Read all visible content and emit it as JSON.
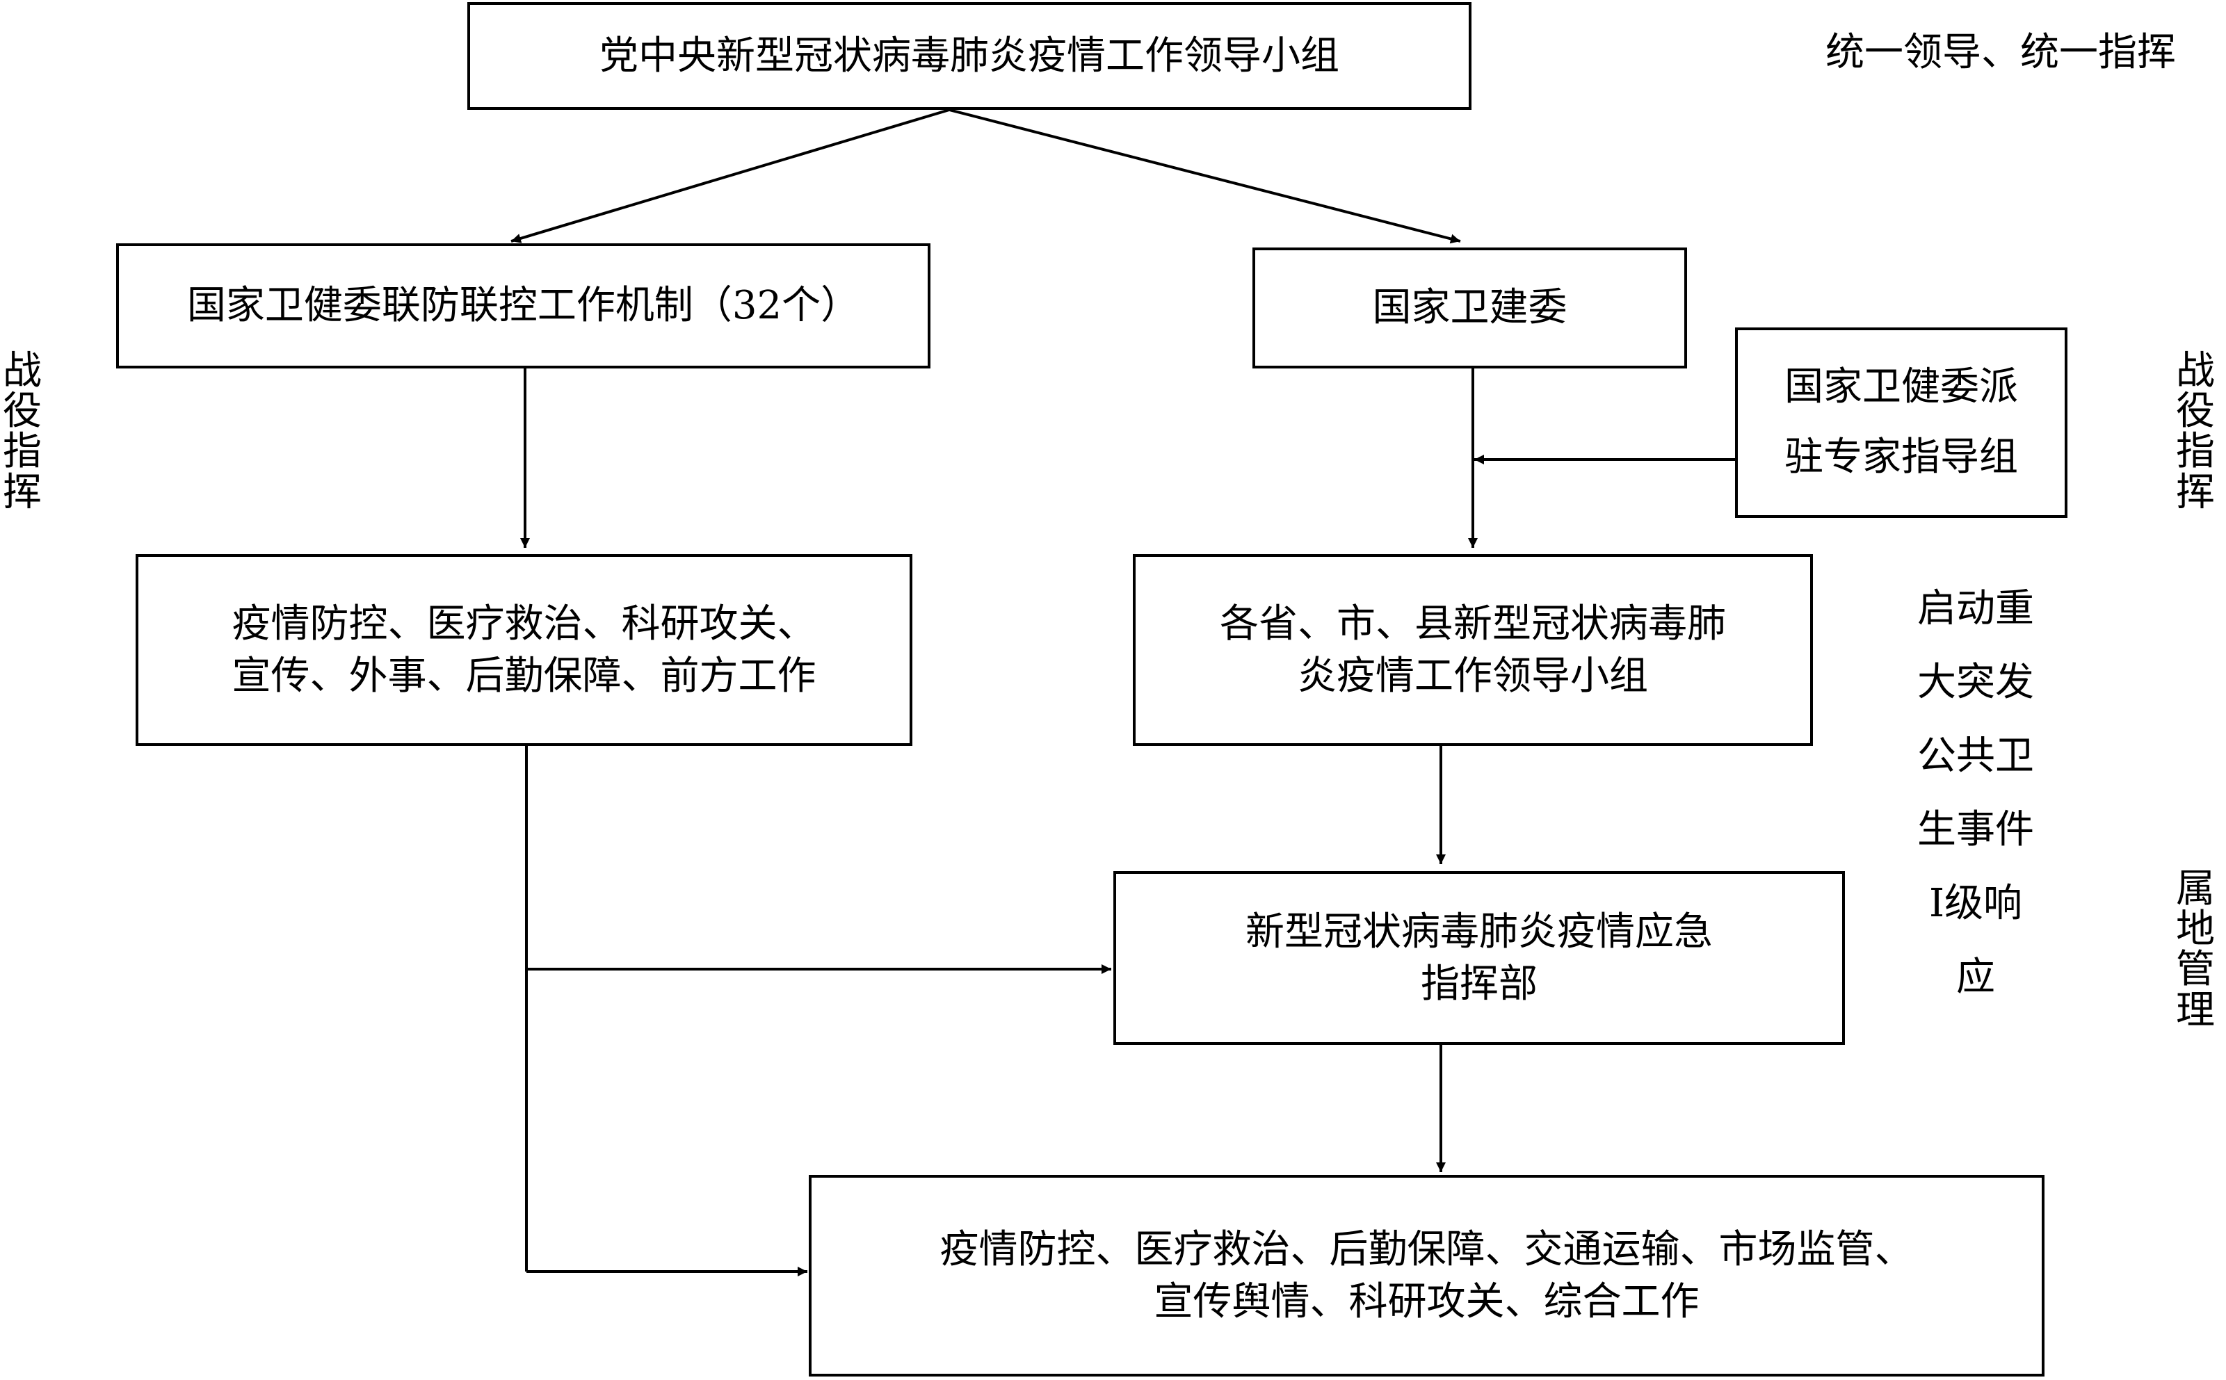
{
  "nodes": {
    "central": {
      "label": "党中央新型冠状病毒肺炎疫情工作领导小组"
    },
    "mechanism": {
      "label": "国家卫健委联防联控工作机制（32个）"
    },
    "nhc": {
      "label": "国家卫建委"
    },
    "expert_group": {
      "line1": "国家卫健委派",
      "line2": "驻专家指导组"
    },
    "tasks_left": {
      "line1": "疫情防控、医疗救治、科研攻关、",
      "line2": "宣传、外事、后勤保障、前方工作"
    },
    "local_groups": {
      "line1": "各省、市、县新型冠状病毒肺",
      "line2": "炎疫情工作领导小组"
    },
    "emergency_hq": {
      "line1": "新型冠状病毒肺炎疫情应急",
      "line2": "指挥部"
    },
    "tasks_bottom": {
      "line1": "疫情防控、医疗救治、后勤保障、交通运输、市场监管、",
      "line2": "宣传舆情、科研攻关、综合工作"
    }
  },
  "side_labels": {
    "unified": "统一领导、统一指挥",
    "campaign_left": "战役指挥",
    "campaign_right": "战役指挥",
    "local_management": "属地管理",
    "response_lines": [
      "启动重",
      "大突发",
      "公共卫",
      "生事件",
      "Ⅰ级响",
      "应"
    ]
  }
}
